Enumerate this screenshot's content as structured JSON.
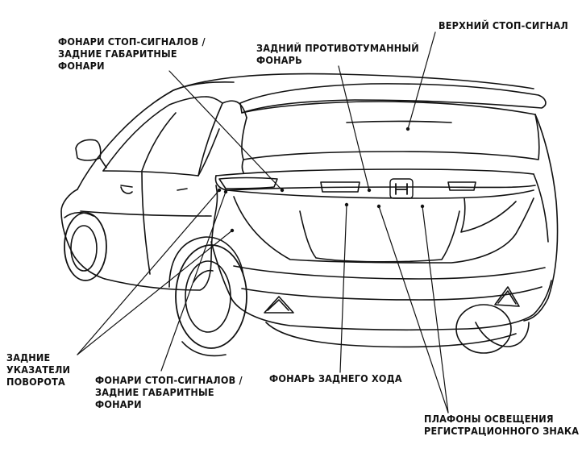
{
  "labels": {
    "brake_tail_top": [
      "ФОНАРИ СТОП-СИГНАЛОВ /",
      "ЗАДНИЕ ГАБАРИТНЫЕ",
      "ФОНАРИ"
    ],
    "rear_fog": [
      "ЗАДНИЙ ПРОТИВОТУМАННЫЙ",
      "ФОНАРЬ"
    ],
    "high_mount_brake": [
      "ВЕРХНИЙ СТОП-СИГНАЛ"
    ],
    "turn_signals": [
      "ЗАДНИЕ",
      "УКАЗАТЕЛИ",
      "ПОВОРОТА"
    ],
    "brake_tail_bottom": [
      "ФОНАРИ СТОП-СИГНАЛОВ /",
      "ЗАДНИЕ ГАБАРИТНЫЕ",
      "ФОНАРИ"
    ],
    "reverse": [
      "ФОНАРЬ ЗАДНЕГО ХОДА"
    ],
    "license_plate": [
      "ПЛАФОНЫ ОСВЕЩЕНИЯ",
      "РЕГИСТРАЦИОННОГО ЗНАКА"
    ]
  },
  "brand_logo": "H",
  "colors": {
    "ink": "#111111",
    "paper": "#ffffff",
    "glass_hatch": "#444444"
  }
}
